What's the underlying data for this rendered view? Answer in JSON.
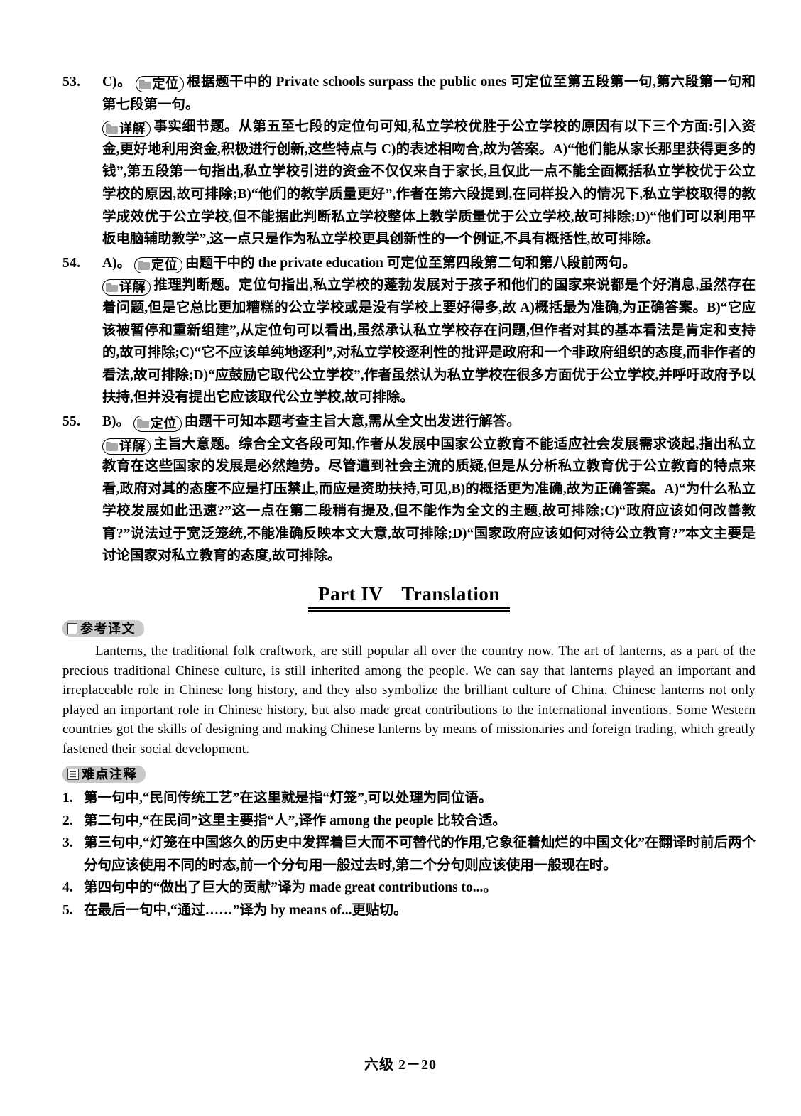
{
  "explanations": [
    {
      "number": "53.",
      "answer": "C)。",
      "badge1": {
        "label": "定位",
        "icon": "folder-icon"
      },
      "locate_text": "根据题干中的 Private schools surpass the public ones 可定位至第五段第一句,第六段第一句和第七段第一句。",
      "badge2": {
        "label": "详解",
        "icon": "folder-icon"
      },
      "detail_text": "事实细节题。从第五至七段的定位句可知,私立学校优胜于公立学校的原因有以下三个方面:引入资金,更好地利用资金,积极进行创新,这些特点与 C)的表述相吻合,故为答案。A)“他们能从家长那里获得更多的钱”,第五段第一句指出,私立学校引进的资金不仅仅来自于家长,且仅此一点不能全面概括私立学校优于公立学校的原因,故可排除;B)“他们的教学质量更好”,作者在第六段提到,在同样投入的情况下,私立学校取得的教学成效优于公立学校,但不能据此判断私立学校整体上教学质量优于公立学校,故可排除;D)“他们可以利用平板电脑辅助教学”,这一点只是作为私立学校更具创新性的一个例证,不具有概括性,故可排除。"
    },
    {
      "number": "54.",
      "answer": "A)。",
      "badge1": {
        "label": "定位",
        "icon": "folder-icon"
      },
      "locate_text": "由题干中的 the private education 可定位至第四段第二句和第八段前两句。",
      "badge2": {
        "label": "详解",
        "icon": "folder-icon"
      },
      "detail_text": "推理判断题。定位句指出,私立学校的蓬勃发展对于孩子和他们的国家来说都是个好消息,虽然存在着问题,但是它总比更加糟糕的公立学校或是没有学校上要好得多,故 A)概括最为准确,为正确答案。B)“它应该被暂停和重新组建”,从定位句可以看出,虽然承认私立学校存在问题,但作者对其的基本看法是肯定和支持的,故可排除;C)“它不应该单纯地逐利”,对私立学校逐利性的批评是政府和一个非政府组织的态度,而非作者的看法,故可排除;D)“应鼓励它取代公立学校”,作者虽然认为私立学校在很多方面优于公立学校,并呼吁政府予以扶持,但并没有提出它应该取代公立学校,故可排除。"
    },
    {
      "number": "55.",
      "answer": "B)。",
      "badge1": {
        "label": "定位",
        "icon": "folder-icon"
      },
      "locate_text": "由题干可知本题考查主旨大意,需从全文出发进行解答。",
      "badge2": {
        "label": "详解",
        "icon": "folder-icon"
      },
      "detail_text": "主旨大意题。综合全文各段可知,作者从发展中国家公立教育不能适应社会发展需求谈起,指出私立教育在这些国家的发展是必然趋势。尽管遭到社会主流的质疑,但是从分析私立教育优于公立教育的特点来看,政府对其的态度不应是打压禁止,而应是资助扶持,可见,B)的概括更为准确,故为正确答案。A)“为什么私立学校发展如此迅速?”这一点在第二段稍有提及,但不能作为全文的主题,故可排除;C)“政府应该如何改善教育?”说法过于宽泛笼统,不能准确反映本文大意,故可排除;D)“国家政府应该如何对待公立教育?”本文主要是讨论国家对私立教育的态度,故可排除。"
    }
  ],
  "part_heading": {
    "part": "Part IV",
    "title": "Translation"
  },
  "reference_translation": {
    "tag_label": "参考译文",
    "tag_icon": "book-icon",
    "text": "Lanterns, the traditional folk craftwork, are still popular all over the country now. The art of lanterns, as a part of the precious traditional Chinese culture, is still inherited among the people. We can say that lanterns played an important and irreplaceable role in Chinese long history, and they also symbolize the brilliant culture of China. Chinese lanterns not only played an important role in Chinese history, but also made great contributions to the international inventions. Some Western countries got the skills of designing and making Chinese lanterns by means of missionaries and foreign trading, which greatly fastened their social development."
  },
  "difficult_notes": {
    "tag_label": "难点注释",
    "tag_icon": "note-icon",
    "items": [
      {
        "index": "1.",
        "text": "第一句中,“民间传统工艺”在这里就是指“灯笼”,可以处理为同位语。"
      },
      {
        "index": "2.",
        "text": "第二句中,“在民间”这里主要指“人”,译作 among the people 比较合适。"
      },
      {
        "index": "3.",
        "text": "第三句中,“灯笼在中国悠久的历史中发挥着巨大而不可替代的作用,它象征着灿烂的中国文化”在翻译时前后两个分句应该使用不同的时态,前一个分句用一般过去时,第二个分句则应该使用一般现在时。"
      },
      {
        "index": "4.",
        "text": "第四句中的“做出了巨大的贡献”译为 made great contributions to...。"
      },
      {
        "index": "5.",
        "text": "在最后一句中,“通过……”译为 by means of...更贴切。"
      }
    ]
  },
  "footer": {
    "text": "六级 2－20"
  },
  "colors": {
    "tag_background": "#c9c9c9",
    "folder_icon": "#a8a8a8",
    "text": "#000000",
    "page": "#ffffff"
  }
}
